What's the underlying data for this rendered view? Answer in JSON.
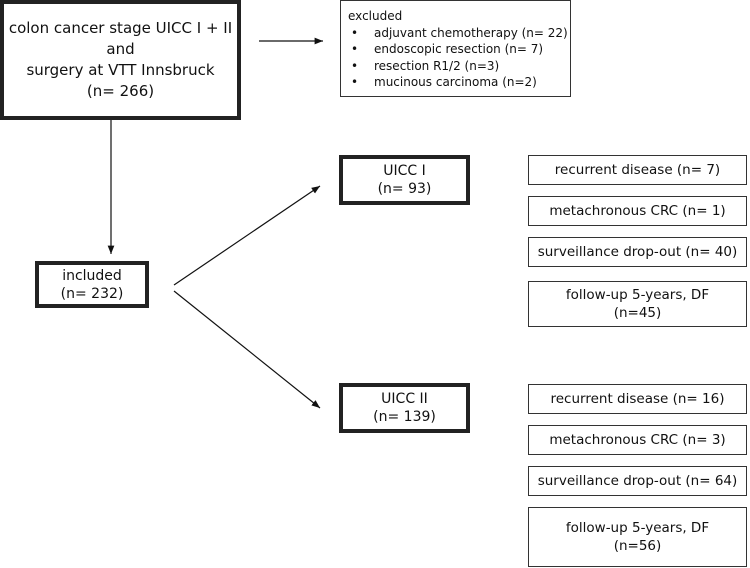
{
  "main_box": {
    "line1": "colon cancer stage UICC I + II",
    "line2": "and",
    "line3": "surgery at VTT Innsbruck",
    "line4": "(n= 266)"
  },
  "excluded": {
    "title": "excluded",
    "items": [
      "adjuvant chemotherapy (n= 22)",
      "endoscopic resection (n= 7)",
      "resection R1/2 (n=3)",
      "mucinous carcinoma (n=2)"
    ]
  },
  "included": {
    "label": "included",
    "count": "(n= 232)"
  },
  "uicc1": {
    "label": "UICC I",
    "count": "(n= 93)",
    "outcomes": [
      {
        "text": "recurrent disease (n= 7)"
      },
      {
        "text": "metachronous CRC (n= 1)"
      },
      {
        "text": "surveillance drop-out (n= 40)"
      },
      {
        "line1": "follow-up 5-years, DF",
        "line2": "(n=45)"
      }
    ]
  },
  "uicc2": {
    "label": "UICC II",
    "count": "(n= 139)",
    "outcomes": [
      {
        "text": "recurrent disease (n= 16)"
      },
      {
        "text": "metachronous CRC (n= 3)"
      },
      {
        "text": "surveillance drop-out (n= 64)"
      },
      {
        "line1": "follow-up 5-years, DF",
        "line2": "(n=56)"
      }
    ]
  }
}
